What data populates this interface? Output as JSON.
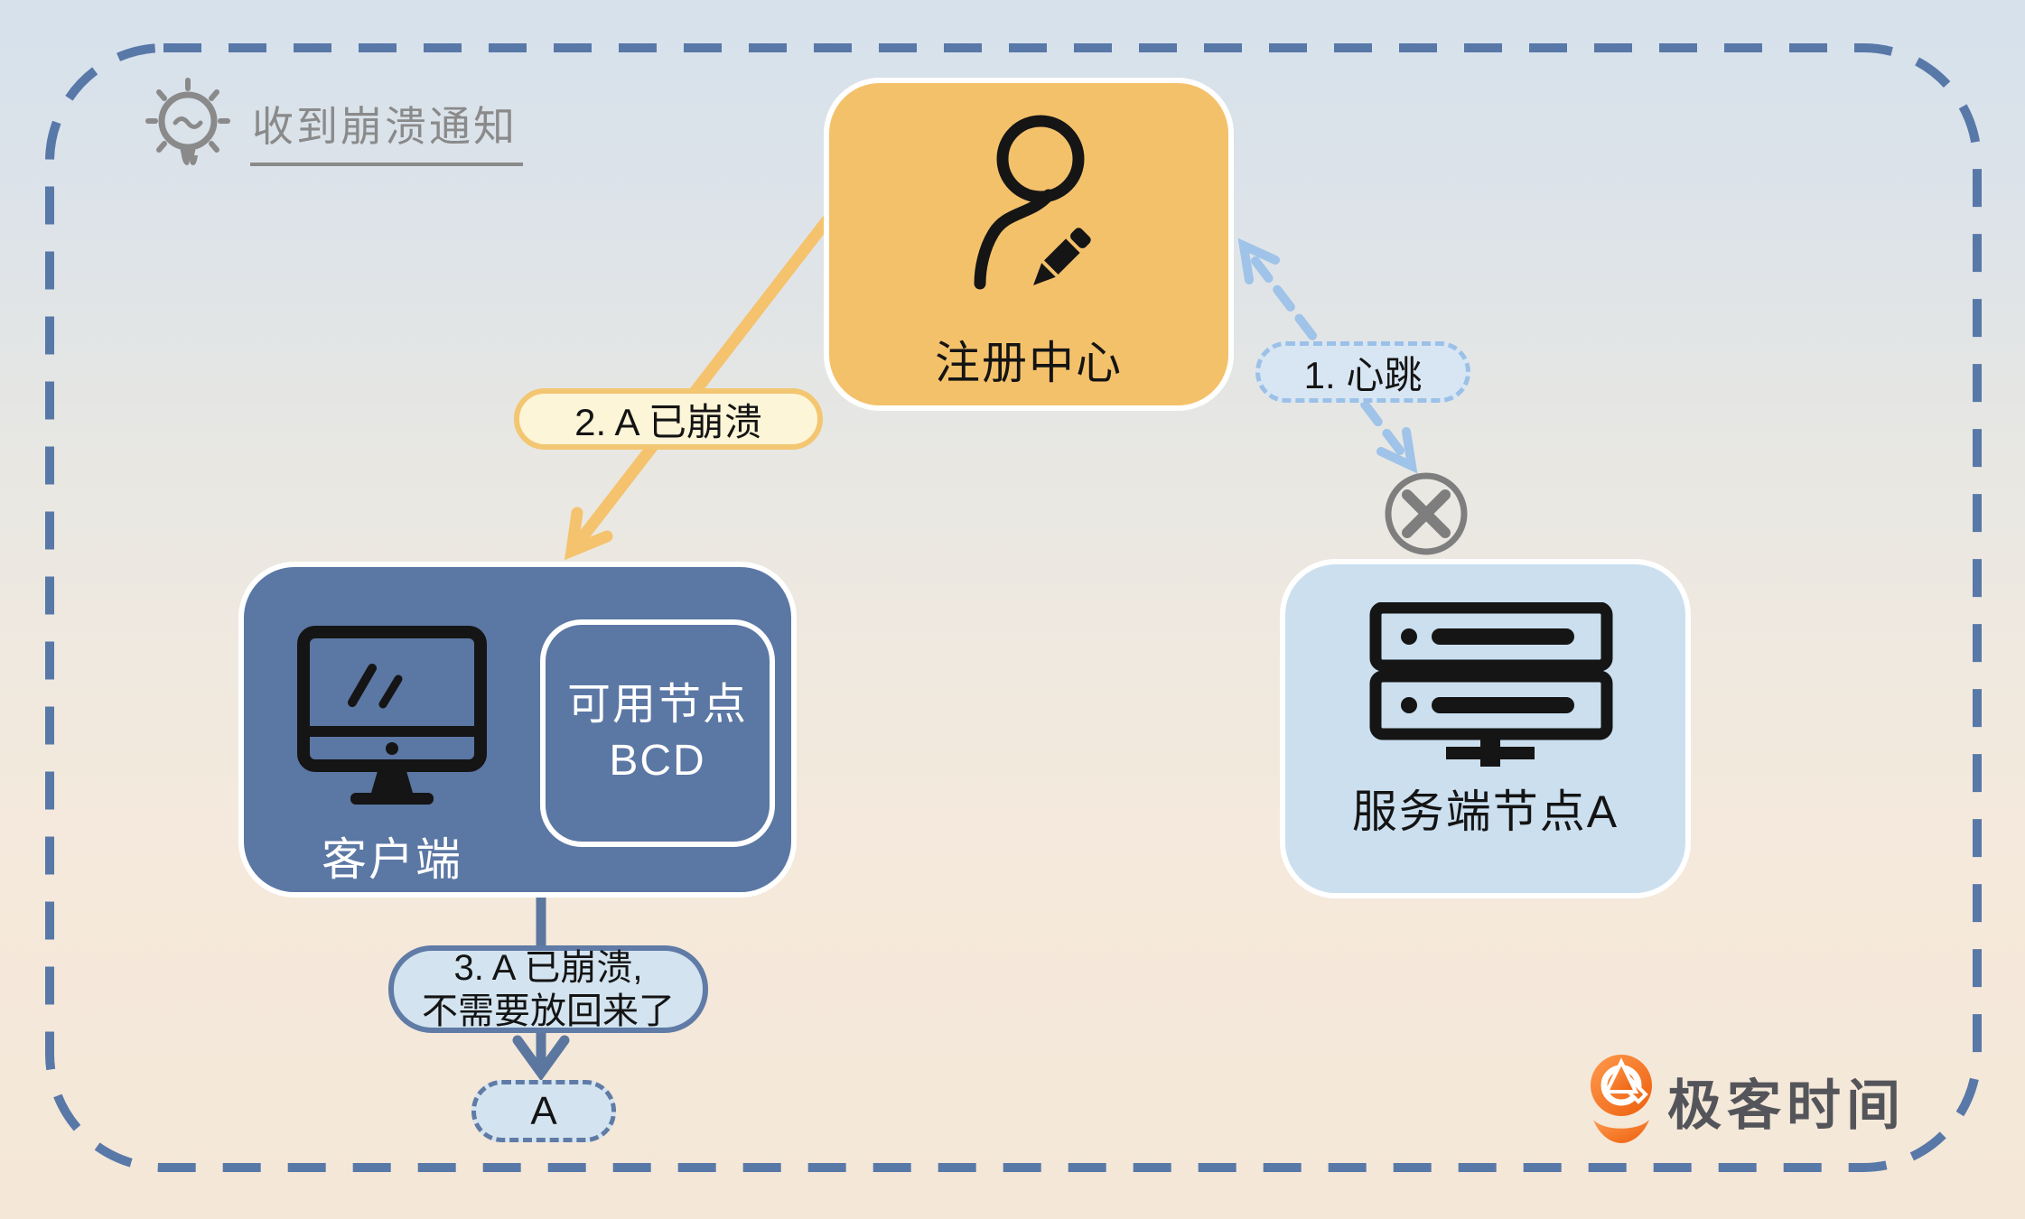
{
  "note": {
    "label": "收到崩溃通知"
  },
  "nodes": {
    "registry": {
      "label": "注册中心"
    },
    "client": {
      "label": "客户端",
      "panel_line1": "可用节点",
      "panel_line2": "BCD"
    },
    "server": {
      "label": "服务端节点A"
    },
    "removed": {
      "label": "A"
    }
  },
  "edges": {
    "heartbeat": {
      "label": "1. 心跳"
    },
    "crash_notice": {
      "label": "2. A 已崩溃"
    },
    "crash_info": {
      "line1": "3. A 已崩溃,",
      "line2": "不需要放回来了"
    }
  },
  "brand": {
    "name": "极客时间"
  },
  "colors": {
    "registry_fill": "#F4C16B",
    "client_fill": "#5B77A4",
    "server_fill": "#CBDFEF",
    "pill_blue_fill": "#D3E4F0",
    "pill_yellow_fill": "#FDF5D7",
    "pill_yellow_border": "#F3C672",
    "blue_line": "#5C779F",
    "heartbeat_line": "#9FC3E9",
    "yellow_line": "#F5C36E",
    "outer_border": "#5878A8",
    "note_gray": "#8A8A8A",
    "x_gray": "#7E7E7E",
    "brand_orange": "#EC5F0D",
    "brand_text": "#54555A"
  }
}
